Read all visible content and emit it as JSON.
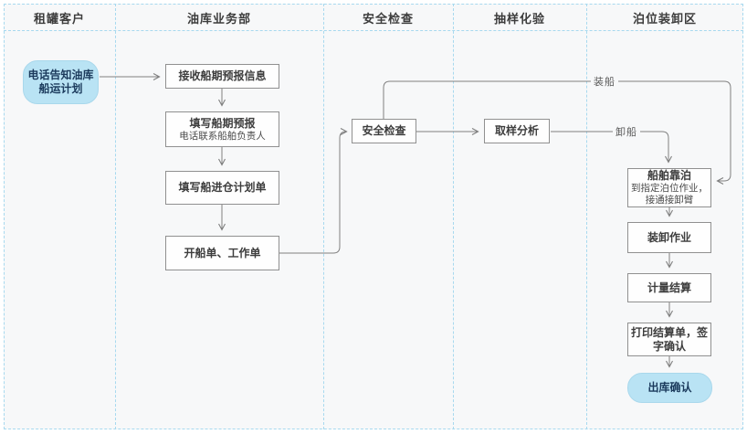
{
  "diagram": {
    "type": "swimlane-flowchart",
    "lanes": [
      {
        "label": "租罐客户"
      },
      {
        "label": "油库业务部"
      },
      {
        "label": "安全检查"
      },
      {
        "label": "抽样化验"
      },
      {
        "label": "泊位装卸区"
      }
    ],
    "nodes": {
      "start": {
        "line1": "电话告知油库",
        "line2": "船运计划"
      },
      "receive_forecast": {
        "label": "接收船期预报信息"
      },
      "fill_forecast": {
        "title": "填写船期预报",
        "subtitle": "电话联系船舶负责人"
      },
      "fill_warehouse_plan": {
        "label": "填写船进仓计划单"
      },
      "issue_orders": {
        "label": "开船单、工作单"
      },
      "safety_check": {
        "label": "安全检查"
      },
      "sampling_analysis": {
        "label": "取样分析"
      },
      "berthing": {
        "title": "船舶靠泊",
        "subtitle1": "到指定泊位作业，",
        "subtitle2": "接通接卸臂"
      },
      "load_unload": {
        "label": "装卸作业"
      },
      "metering_settlement": {
        "label": "计量结算"
      },
      "print_settlement": {
        "line1": "打印结算单，签",
        "line2": "字确认"
      },
      "end": {
        "label": "出库确认"
      }
    },
    "edge_labels": {
      "loading_ship": "装船",
      "unloading_ship": "卸船"
    },
    "colors": {
      "lane_background": "#f7f8f9",
      "lane_border": "#a7d9ef",
      "process_border": "#909090",
      "process_fill": "#fefefe",
      "terminal_fill": "#b9e3f4",
      "terminal_text": "#1b3a5c",
      "edge_stroke": "#808080"
    }
  }
}
